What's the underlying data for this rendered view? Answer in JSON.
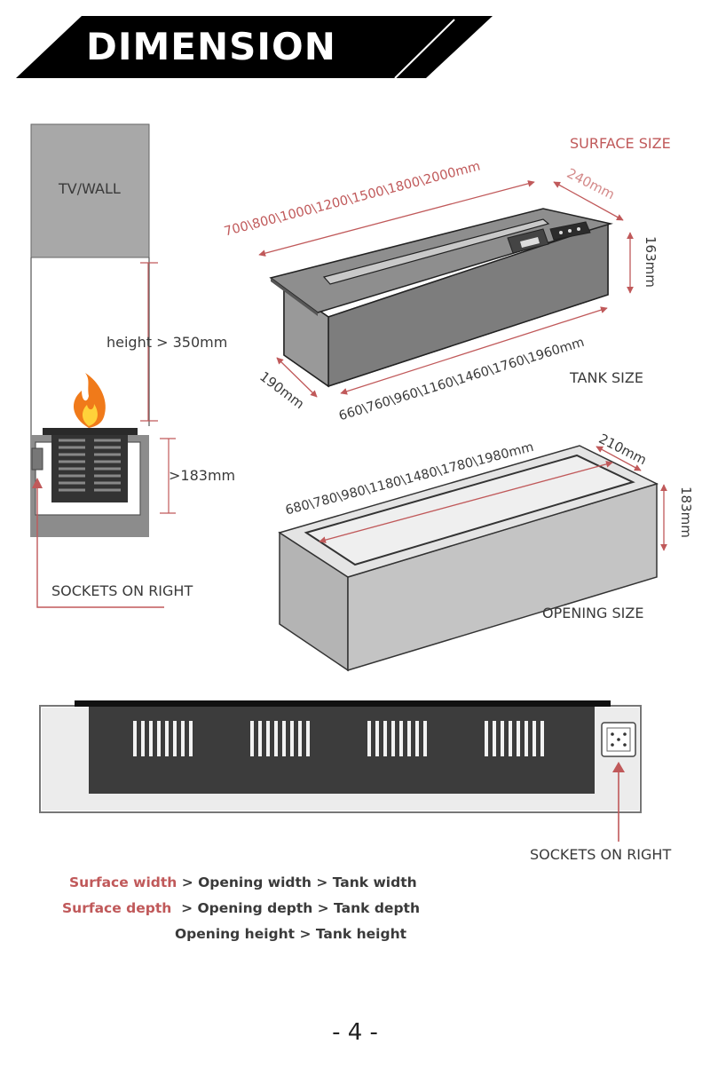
{
  "header": {
    "title": "DIMENSION"
  },
  "side_view": {
    "wall_label": "TV/WALL",
    "height_label": "height > 350mm",
    "depth_label": ">183mm",
    "sockets_label": "SOCKETS ON RIGHT"
  },
  "surface": {
    "title": "SURFACE SIZE",
    "length_label": "700\\800\\1000\\1200\\1500\\1800\\2000mm",
    "width_label": "240mm",
    "height_label": "163mm"
  },
  "tank": {
    "title": "TANK SIZE",
    "length_label": "660\\760\\960\\1160\\1460\\1760\\1960mm",
    "width_label": "190mm"
  },
  "opening": {
    "title": "OPENING SIZE",
    "length_label": "680\\780\\980\\1180\\1480\\1780\\1980mm",
    "width_label": "210mm",
    "height_label": "183mm"
  },
  "front_view": {
    "sockets_label": "SOCKETS ON RIGHT"
  },
  "legend": {
    "row1": {
      "highlight": "Surface width",
      "rest": " > Opening width > Tank width"
    },
    "row2": {
      "highlight": "Surface depth",
      "rest": "  > Opening depth > Tank depth"
    },
    "row3": {
      "rest": "Opening height > Tank height"
    }
  },
  "page_number": "- 4 -",
  "colors": {
    "accent": "#c0595a",
    "dark": "#333333",
    "panel": "#8c8c8c",
    "banner": "#000000"
  }
}
